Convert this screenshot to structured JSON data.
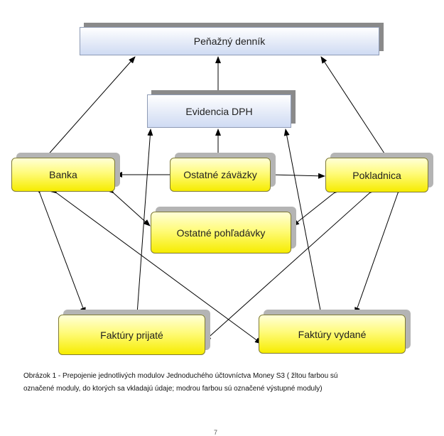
{
  "diagram": {
    "nodes": {
      "penazny_dennik": "Peňažný denník",
      "evidencia_dph": "Evidencia DPH",
      "banka": "Banka",
      "ostatne_zavazky": "Ostatné záväzky",
      "pokladnica": "Pokladnica",
      "ostatne_pohladavky": "Ostatné pohľadávky",
      "faktury_prijate": "Faktúry prijaté",
      "faktury_vydane": "Faktúry vydané"
    },
    "colors": {
      "input_modules": "#f6ec00",
      "output_modules": "#cfdbf3",
      "arrow": "#000000"
    }
  },
  "caption": {
    "line1": "Obrázok 1 - Prepojenie  jednotlivých modulov Jednoduchého  účtovníctva Money S3 ( žltou farbou sú",
    "line2": "označené moduly, do ktorých sa vkladajú údaje; modrou farbou sú označené výstupné moduly)"
  },
  "page_number": "7"
}
